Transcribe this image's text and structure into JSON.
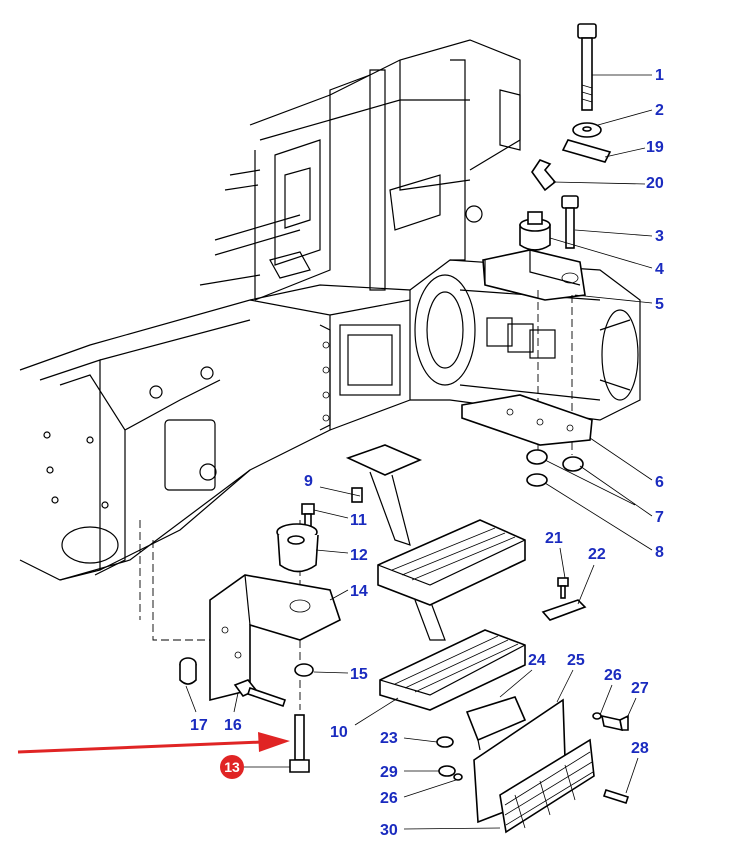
{
  "diagram": {
    "callouts": [
      {
        "id": "c1",
        "label": "1"
      },
      {
        "id": "c2",
        "label": "2"
      },
      {
        "id": "c19",
        "label": "19"
      },
      {
        "id": "c20",
        "label": "20"
      },
      {
        "id": "c3",
        "label": "3"
      },
      {
        "id": "c4",
        "label": "4"
      },
      {
        "id": "c5",
        "label": "5"
      },
      {
        "id": "c6",
        "label": "6"
      },
      {
        "id": "c7",
        "label": "7"
      },
      {
        "id": "c8",
        "label": "8"
      },
      {
        "id": "c9",
        "label": "9"
      },
      {
        "id": "c11",
        "label": "11"
      },
      {
        "id": "c12",
        "label": "12"
      },
      {
        "id": "c14",
        "label": "14"
      },
      {
        "id": "c15",
        "label": "15"
      },
      {
        "id": "c21",
        "label": "21"
      },
      {
        "id": "c22",
        "label": "22"
      },
      {
        "id": "c24",
        "label": "24"
      },
      {
        "id": "c25",
        "label": "25"
      },
      {
        "id": "c26a",
        "label": "26"
      },
      {
        "id": "c27",
        "label": "27"
      },
      {
        "id": "c28",
        "label": "28"
      },
      {
        "id": "c23",
        "label": "23"
      },
      {
        "id": "c29",
        "label": "29"
      },
      {
        "id": "c26b",
        "label": "26"
      },
      {
        "id": "c30",
        "label": "30"
      },
      {
        "id": "c17",
        "label": "17"
      },
      {
        "id": "c16",
        "label": "16"
      },
      {
        "id": "c10",
        "label": "10"
      }
    ],
    "highlighted_part": {
      "label": "13"
    },
    "colors": {
      "callout": "#1a2bbf",
      "highlight": "#e02424",
      "arrow": "#e02424",
      "linework": "#000000"
    }
  }
}
